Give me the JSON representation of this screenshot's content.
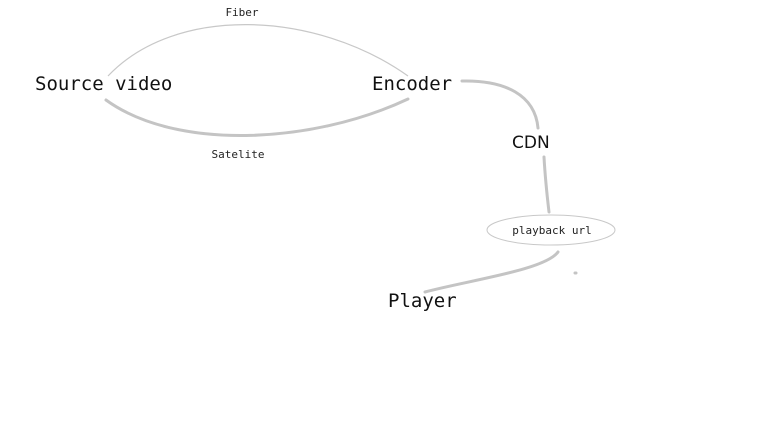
{
  "nodes": {
    "source_video": "Source video",
    "encoder": "Encoder",
    "cdn": "CDN",
    "playback_url": "playback url",
    "player": "Player"
  },
  "edges": {
    "fiber": "Fiber",
    "satelite": "Satelite"
  },
  "colors": {
    "edge": "#c4c4c4",
    "text": "#111111",
    "background": "#ffffff"
  }
}
